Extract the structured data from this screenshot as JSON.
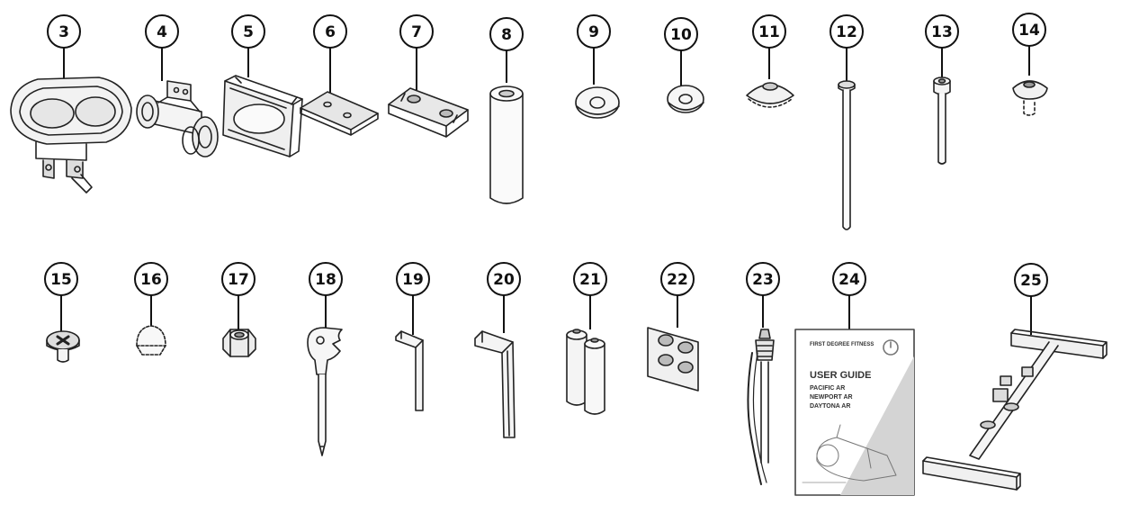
{
  "parts": [
    {
      "number": "3",
      "name": "seat"
    },
    {
      "number": "4",
      "name": "seat-roller-bracket"
    },
    {
      "number": "5",
      "name": "monitor-holder"
    },
    {
      "number": "6",
      "name": "plate"
    },
    {
      "number": "7",
      "name": "bracket-plate"
    },
    {
      "number": "8",
      "name": "spacer-tube"
    },
    {
      "number": "9",
      "name": "washer-large"
    },
    {
      "number": "10",
      "name": "washer-small"
    },
    {
      "number": "11",
      "name": "dome-washer"
    },
    {
      "number": "12",
      "name": "long-bolt"
    },
    {
      "number": "13",
      "name": "bolt"
    },
    {
      "number": "14",
      "name": "button-screw"
    },
    {
      "number": "15",
      "name": "phillips-screw"
    },
    {
      "number": "16",
      "name": "cap-nut"
    },
    {
      "number": "17",
      "name": "lock-nut"
    },
    {
      "number": "18",
      "name": "multi-tool"
    },
    {
      "number": "19",
      "name": "allen-key-small"
    },
    {
      "number": "20",
      "name": "allen-key-large"
    },
    {
      "number": "21",
      "name": "batteries"
    },
    {
      "number": "22",
      "name": "foot-pads"
    },
    {
      "number": "23",
      "name": "cable"
    },
    {
      "number": "24",
      "name": "user-guide"
    },
    {
      "number": "25",
      "name": "stabilizer-frame"
    }
  ],
  "user_guide": {
    "brand": "FIRST DEGREE FITNESS",
    "title": "USER GUIDE",
    "models": [
      "PACIFIC AR",
      "NEWPORT AR",
      "DAYTONA AR"
    ]
  }
}
